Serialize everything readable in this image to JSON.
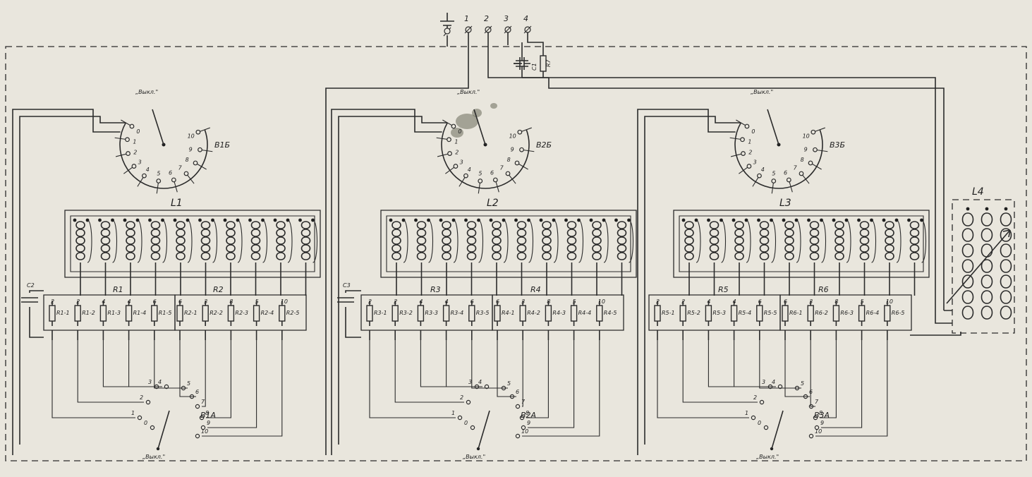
{
  "terminals": [
    "1",
    "2",
    "3",
    "4"
  ],
  "top": {
    "r7": "R7",
    "c1": "C1"
  },
  "sections": [
    {
      "id": "s1",
      "switch_b": "В1Б",
      "switch_a": "В1А",
      "inductor": "L1",
      "groups": [
        "R1",
        "R2"
      ],
      "capacitor": "C2",
      "resistors": [
        "R1-1",
        "R1-2",
        "R1-3",
        "R1-4",
        "R1-5",
        "R2-1",
        "R2-2",
        "R2-3",
        "R2-4",
        "R2-5"
      ]
    },
    {
      "id": "s2",
      "switch_b": "В2Б",
      "switch_a": "В2А",
      "inductor": "L2",
      "groups": [
        "R3",
        "R4"
      ],
      "capacitor": "C3",
      "resistors": [
        "R3-1",
        "R3-2",
        "R3-3",
        "R3-4",
        "R3-5",
        "R4-1",
        "R4-2",
        "R4-3",
        "R4-4",
        "R4-5"
      ]
    },
    {
      "id": "s3",
      "switch_b": "В3Б",
      "switch_a": "В3А",
      "inductor": "L3",
      "groups": [
        "R5",
        "R6"
      ],
      "capacitor": "",
      "resistors": [
        "R5-1",
        "R5-2",
        "R5-3",
        "R5-4",
        "R5-5",
        "R6-1",
        "R6-2",
        "R6-3",
        "R6-4",
        "R6-5"
      ]
    }
  ],
  "off_label": "„Выкл.\"",
  "switch_positions": [
    "0",
    "1",
    "2",
    "3",
    "4",
    "5",
    "6",
    "7",
    "8",
    "9",
    "10"
  ],
  "resistor_pins": [
    "1",
    "2",
    "3",
    "4",
    "5",
    "6",
    "7",
    "8",
    "9",
    "10"
  ],
  "l4": "L4"
}
